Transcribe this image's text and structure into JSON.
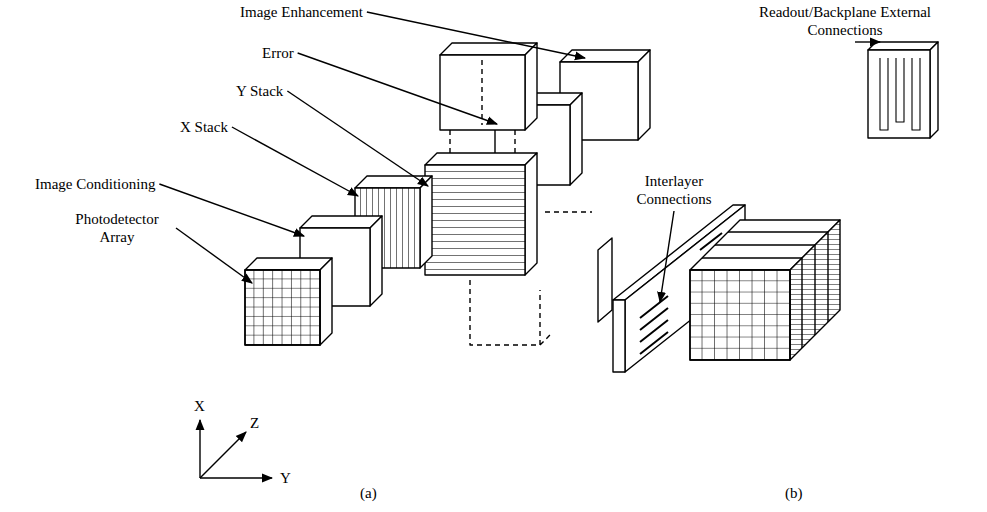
{
  "diagram": {
    "labels": [
      "Image Enhancement",
      "Error",
      "Y Stack",
      "X Stack",
      "Image Conditioning",
      "Photodetector Array",
      "X",
      "Z",
      "Y",
      "(a)",
      "(b)",
      "Interlayer Connections",
      "Readout/Backplane External Connections"
    ]
  }
}
